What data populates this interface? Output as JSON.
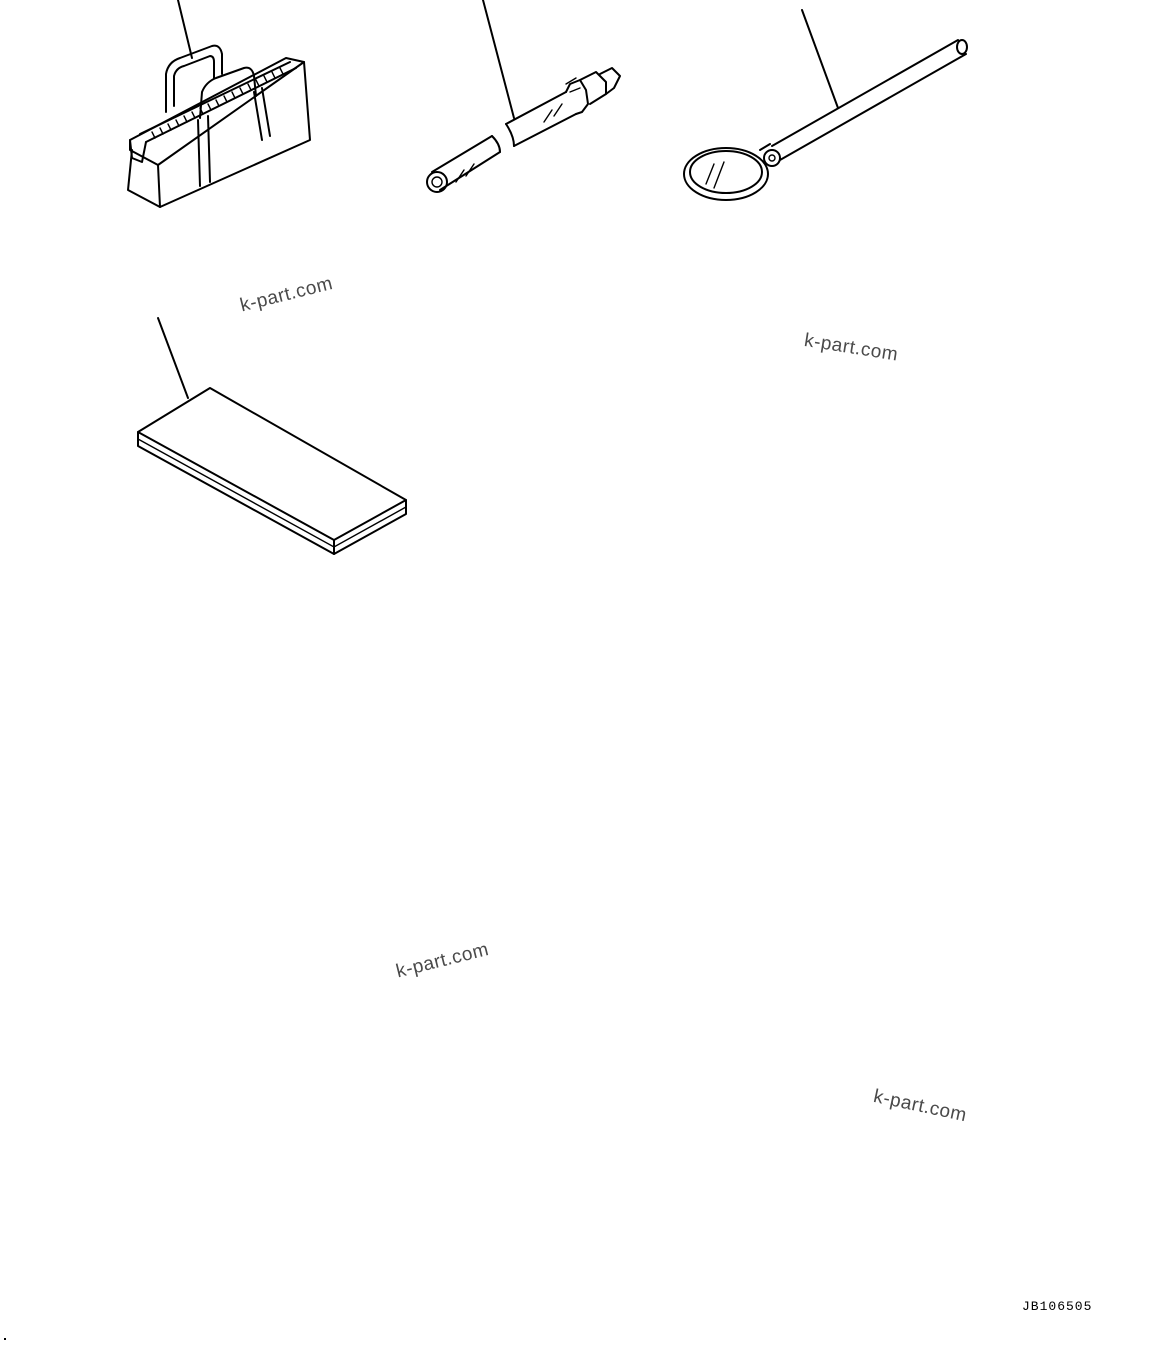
{
  "watermarks": [
    {
      "text": "k-part.com"
    },
    {
      "text": "k-part.com"
    },
    {
      "text": "k-part.com"
    },
    {
      "text": "k-part.com"
    }
  ],
  "drawing_code": "JB106505",
  "parts": [
    {
      "icon": "tool-bag-icon"
    },
    {
      "icon": "grease-hose-icon"
    },
    {
      "icon": "inspection-mirror-icon"
    },
    {
      "icon": "manual-book-icon"
    }
  ]
}
